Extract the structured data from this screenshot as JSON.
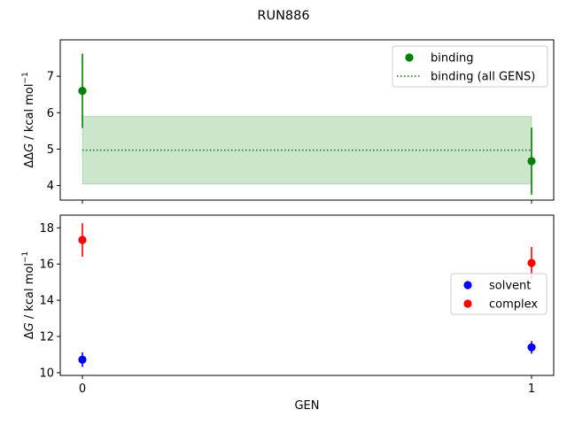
{
  "chart_data": {
    "title": "RUN886",
    "xlabel": "GEN",
    "x_ticks": [
      "0",
      "1"
    ],
    "panels": [
      {
        "type": "scatter",
        "ylabel": {
          "prefix": "ΔΔ",
          "var": "G",
          "unit": " / kcal mol",
          "sup": "−1"
        },
        "ylim": [
          3.6,
          8.0
        ],
        "yticks": [
          4,
          5,
          6,
          7
        ],
        "legend_position": "upper-right",
        "series": [
          {
            "name": "binding",
            "color": "#008000",
            "x": [
              0,
              1
            ],
            "y": [
              6.6,
              4.67
            ],
            "yerr": [
              1.02,
              0.92
            ]
          }
        ],
        "band": {
          "name": "binding (all GENS)",
          "color": "#008000",
          "mean": 4.97,
          "lower": 4.04,
          "upper": 5.9
        }
      },
      {
        "type": "scatter",
        "ylabel": {
          "prefix": "Δ",
          "var": "G",
          "unit": " / kcal mol",
          "sup": "−1"
        },
        "ylim": [
          9.85,
          18.7
        ],
        "yticks": [
          10,
          12,
          14,
          16,
          18
        ],
        "legend_position": "center-right",
        "series": [
          {
            "name": "solvent",
            "color": "#0000ff",
            "x": [
              0,
              1
            ],
            "y": [
              10.72,
              11.4
            ],
            "yerr": [
              0.4,
              0.35
            ]
          },
          {
            "name": "complex",
            "color": "#ff0000",
            "x": [
              0,
              1
            ],
            "y": [
              17.33,
              16.06
            ],
            "yerr": [
              0.92,
              0.88
            ]
          }
        ]
      }
    ]
  }
}
